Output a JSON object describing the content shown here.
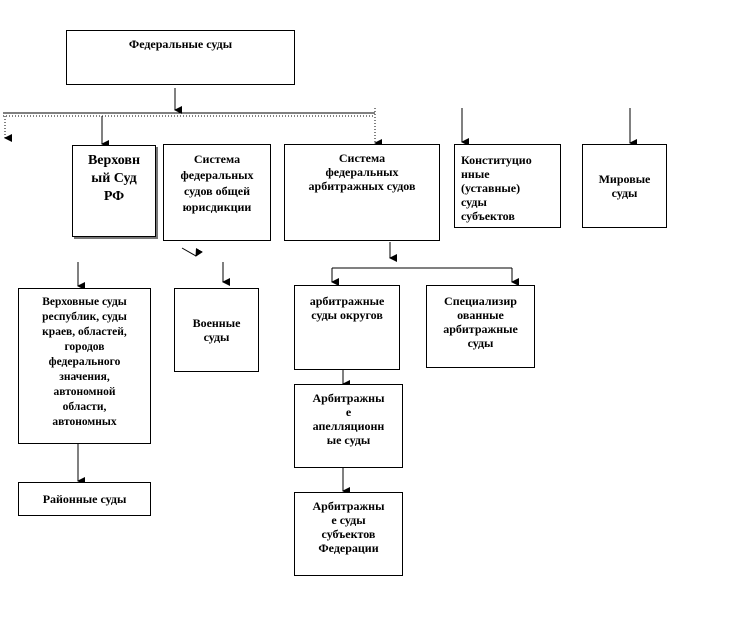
{
  "diagram": {
    "root": "Федеральные суды",
    "supreme": "Верховн\nый Суд\nРФ",
    "general": "Система\nфедеральных\nсудов общей\nюрисдикции",
    "arbitration": "Система\nфедеральных\nарбитражных судов",
    "constitutional": "Конституцио\nнные\n(уставные)\nсуды\nсубъектов",
    "magistrate": "Мировые\nсуды",
    "regional": "Верховные суды\nреспублик, суды\nкраев, областей,\nгородов\nфедерального\nзначения,\nавтономной\nобласти,\nавтономных",
    "military": "Военные\nсуды",
    "district": "Районные суды",
    "arb_districts": "арбитражные\nсуды округов",
    "arb_specialized": "Специализир\nованные\nарбитражные\nсуды",
    "arb_appeal": "Арбитражны\nе\nапелляционн\nые суды",
    "arb_subjects": "Арбитражны\nе суды\nсубъектов\nФедерации"
  }
}
